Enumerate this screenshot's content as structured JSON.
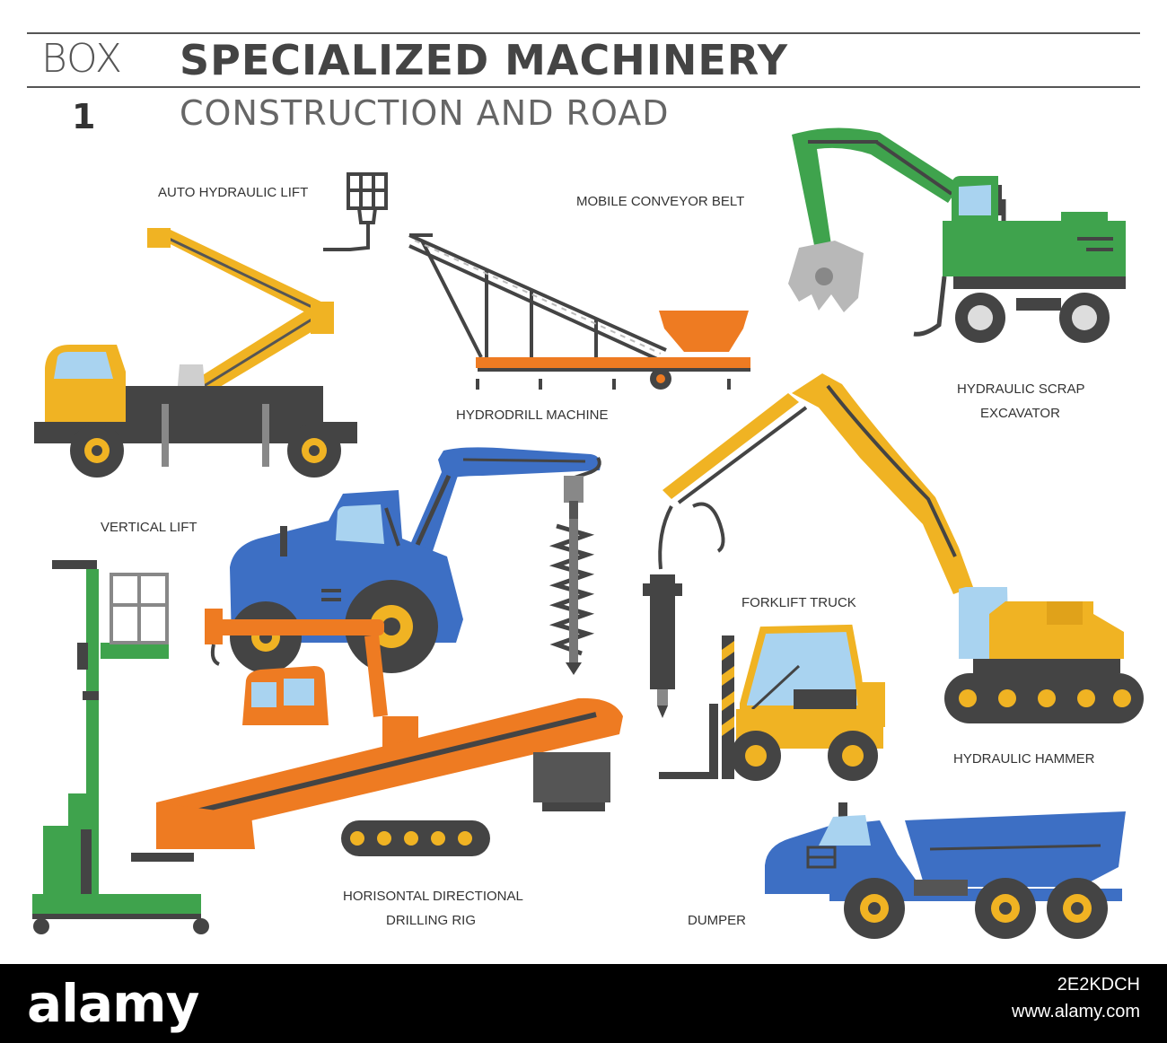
{
  "header": {
    "box_label": "BOX",
    "box_number": "1",
    "title": "SPECIALIZED MACHINERY",
    "subtitle": "CONSTRUCTION AND ROAD"
  },
  "labels": {
    "auto_hydraulic_lift": "AUTO HYDRAULIC LIFT",
    "mobile_conveyor_belt": "MOBILE CONVEYOR BELT",
    "hydraulic_scrap_excavator_1": "HYDRAULIC SCRAP",
    "hydraulic_scrap_excavator_2": "EXCAVATOR",
    "hydrodrill_machine": "HYDRODRILL MACHINE",
    "vertical_lift": "VERTICAL LIFT",
    "forklift_truck": "FORKLIFT TRUCK",
    "hydraulic_hammer": "HYDRAULIC HAMMER",
    "hdd_rig_1": "HORISONTAL DIRECTIONAL",
    "hdd_rig_2": "DRILLING RIG",
    "dumper": "DUMPER"
  },
  "footer": {
    "brand": "alamy",
    "image_id": "2E2KDCH",
    "url": "www.alamy.com"
  },
  "colors": {
    "yellow": "#f0b323",
    "orange": "#ee7b22",
    "green": "#3fa34d",
    "blue": "#3d6fc4",
    "dark": "#444444",
    "glass": "#a9d3f0"
  }
}
